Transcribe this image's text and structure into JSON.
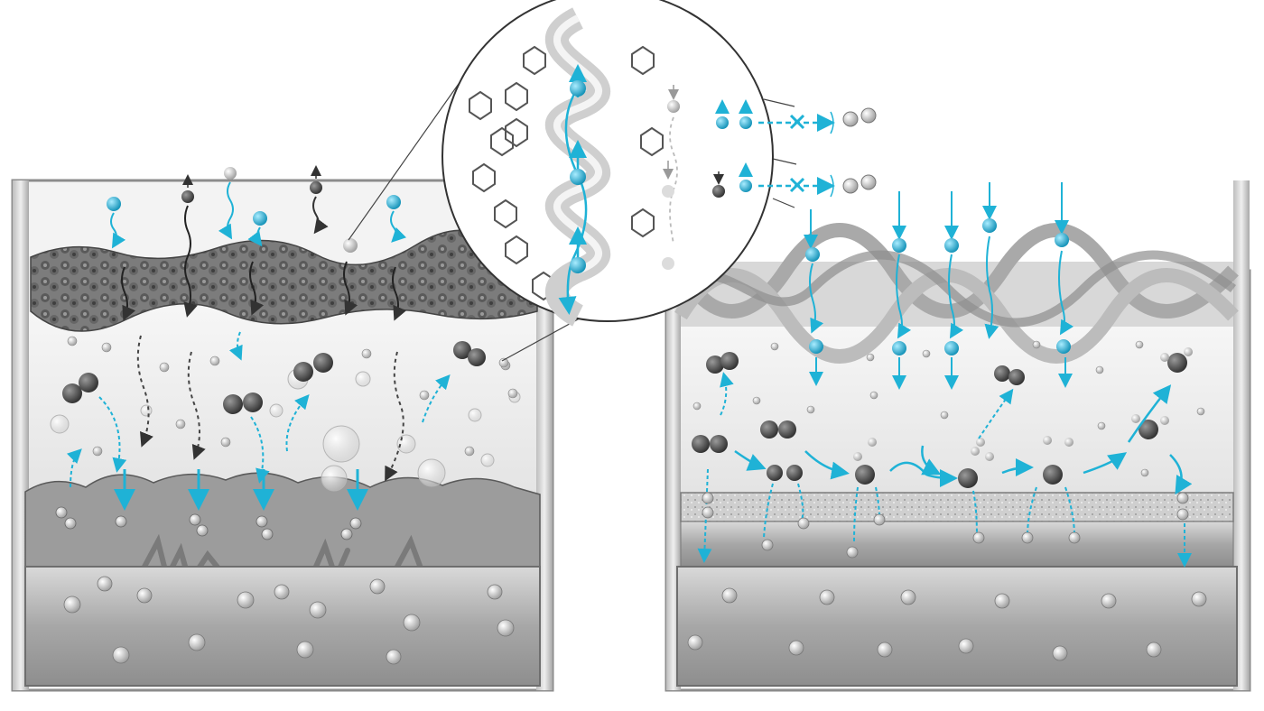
{
  "figure": {
    "panels": [
      {
        "id": "left",
        "description_none": ""
      },
      {
        "id": "right"
      }
    ],
    "zoom_callout": {
      "rows": [
        {
          "arrows": "up-up",
          "blocked": true
        },
        {
          "arrows": "down-up",
          "blocked": true
        }
      ]
    }
  },
  "colors": {
    "accent": "#1fb2d6",
    "dark_atom": "#4a4a4a",
    "light_atom": "#c8c8c8",
    "metal": "#a9a9a9",
    "frame": "#8c8c8c"
  },
  "icons": [
    "blocked-x-icon",
    "h2-molecule-icon",
    "co2-molecule-icon",
    "methane-molecule-icon",
    "proton-icon"
  ]
}
